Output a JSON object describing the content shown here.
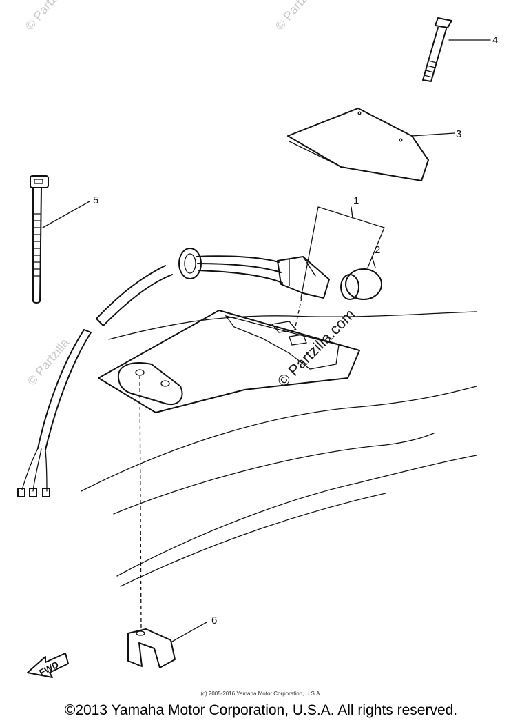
{
  "watermarks": {
    "faint": [
      "© Partzilla",
      "© Partzilla",
      "© Partzilla"
    ],
    "main": "© Partzilla.com"
  },
  "callouts": [
    "1",
    "2",
    "3",
    "4",
    "5",
    "6"
  ],
  "fwd_label": "FWD",
  "footer": {
    "small": "(c) 2005-2016 Yamaha Motor Corporation, U.S.A.",
    "main": "©2013 Yamaha Motor Corporation, U.S.A. All rights reserved."
  }
}
